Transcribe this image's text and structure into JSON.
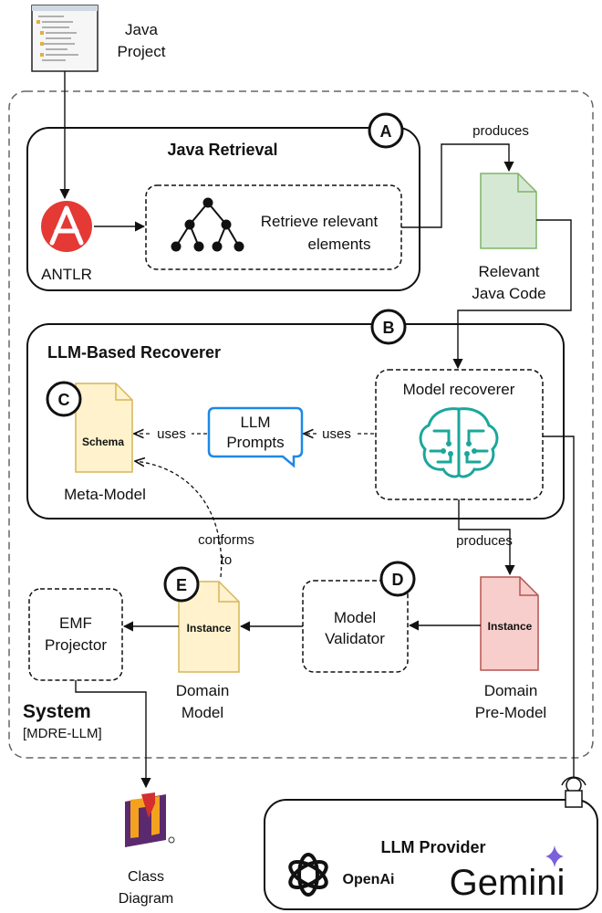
{
  "java_project": {
    "line1": "Java",
    "line2": "Project"
  },
  "java_retrieval": {
    "title": "Java Retrieval",
    "badge": "A",
    "antlr_label": "ANTLR",
    "retrieve_line1": "Retrieve relevant",
    "retrieve_line2": "elements"
  },
  "produces_top": "produces",
  "relevant_code": {
    "line1": "Relevant",
    "line2": "Java Code"
  },
  "llm_recoverer": {
    "title": "LLM-Based Recoverer",
    "badge": "B",
    "model_recoverer": "Model recoverer",
    "llm_prompts_line1": "LLM",
    "llm_prompts_line2": "Prompts",
    "uses_right": "uses",
    "uses_left": "uses",
    "schema_badge": "C",
    "schema_label": "Schema",
    "meta_model": "Meta-Model"
  },
  "conforms": {
    "line1": "conforms",
    "line2": "to"
  },
  "produces_bottom": "produces",
  "validator": {
    "badge": "D",
    "line1": "Model",
    "line2": "Validator"
  },
  "pre_model": {
    "doc_label": "Instance",
    "line1": "Domain",
    "line2": "Pre-Model"
  },
  "domain_model": {
    "badge": "E",
    "doc_label": "Instance",
    "line1": "Domain",
    "line2": "Model"
  },
  "emf": {
    "line1": "EMF",
    "line2": "Projector"
  },
  "system": {
    "title": "System",
    "subtitle": "[MDRE-LLM]"
  },
  "class_diagram": {
    "line1": "Class",
    "line2": "Diagram"
  },
  "llm_provider": {
    "title": "LLM Provider",
    "openai": "OpenAi",
    "gemini": "Gemini"
  },
  "colors": {
    "green_doc": "#d5e8d4",
    "green_stroke": "#82b366",
    "yellow_doc": "#fff2cc",
    "yellow_stroke": "#d6b656",
    "red_doc": "#f8cecc",
    "red_stroke": "#b85450",
    "antlr_red": "#e53935",
    "brain_teal": "#1aa79a",
    "prompt_blue": "#1e88e5",
    "uml_purple": "#5b2a6e",
    "uml_yellow": "#f4a21e"
  }
}
